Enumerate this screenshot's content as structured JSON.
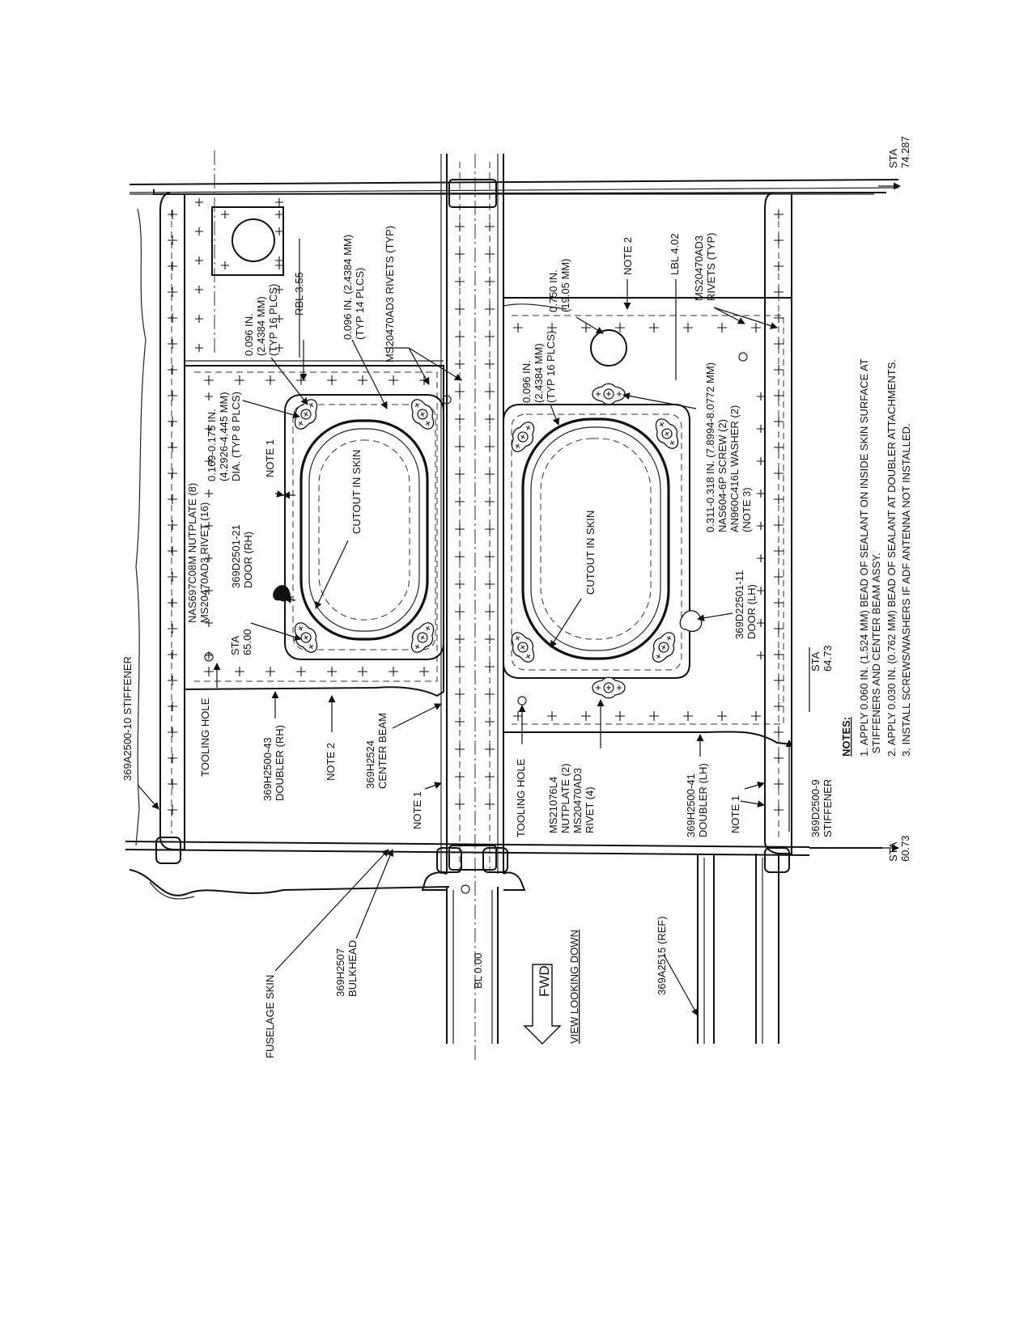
{
  "diagram": {
    "labels": {
      "sta_74": "STA\n74.287",
      "sta_6073": "STA\n60.73",
      "sta_65": "STA\n65.00",
      "sta_6473": "STA\n64.73",
      "stiffener_10": "369A2500-10 STIFFENER",
      "stiffener_9": "369D2500-9\nSTIFFENER",
      "tooling_hole_rh": "TOOLING HOLE",
      "tooling_hole_lh": "TOOLING HOLE",
      "doubler_rh": "369H2500-43\nDOUBLER (RH)",
      "doubler_lh": "369H2500-41\nDOUBLER (LH)",
      "note2_rh": "NOTE 2",
      "note2_lh": "NOTE 2",
      "center_beam": "369H2524\nCENTER BEAM",
      "note1_beam": "NOTE 1",
      "note1_lh": "NOTE 1",
      "note1_door": "NOTE 1",
      "fuselage_skin": "FUSELAGE SKIN",
      "bulkhead": "369H2507\nBULKHEAD",
      "bl": "BL 0.00",
      "fwd": "FWD",
      "view": "VIEW LOOKING DOWN",
      "ref": "369A2515 (REF)",
      "nutplate_rh": "NAS697C08M NUTPLATE (8)\nMS20470AD3 RIVET (16)",
      "door_rh": "369D2501-21\nDOOR (RH)",
      "cutout_rh": "CUTOUT IN SKIN",
      "cutout_lh": "CUTOUT IN SKIN",
      "dia": "0.169-0.175 IN.\n(4.2926-4.445 MM)\nDIA. (TYP 8 PLCS)",
      "rivet_size_rh": "0.096 IN.\n(2.4384 MM)\n(TYP 16 PLCS)",
      "rbl": "RBL 3.55",
      "rivets_14": "0.096 IN. (2.4384 MM)\n(TYP 14 PLCS)",
      "ms_rivets_typ": "MS20470AD3 RIVETS (TYP)",
      "hole_750": "0.750 IN.\n(19.05 MM)",
      "rivet_size_lh": "0.096 IN.\n(2.4384 MM)\n(TYP 16 PLCS)",
      "lbl": "LBL 4.02",
      "ms_rivets_typ2": "MS20470AD3\nRIVETS (TYP)",
      "screw": "0.311-0.318 IN. (7.8994-8.0772 MM)\nNAS604-6P SCREW (2)\nAN960C416L WASHER (2)\n(NOTE 3)",
      "door_lh": "369D22501-11\nDOOR (LH)",
      "nutplate_lh": "MS21076L4\nNUTPLATE (2)\nMS20470AD3\nRIVET (4)"
    },
    "notes": {
      "heading": "NOTES:",
      "items": [
        "1.   APPLY 0.060 IN. (1.524 MM) BEAD OF SEALANT ON INSIDE SKIN SURFACE AT\n      STIFFENERS AND CENTER BEAM ASSY.",
        "2.   APPLY 0.030 IN. (0.762 MM) BEAD OF SEALANT AT DOUBLER ATTACHMENTS.",
        "3.   INSTALL SCREWS/WASHERS IF ADF ANTENNA NOT INSTALLED."
      ]
    }
  }
}
